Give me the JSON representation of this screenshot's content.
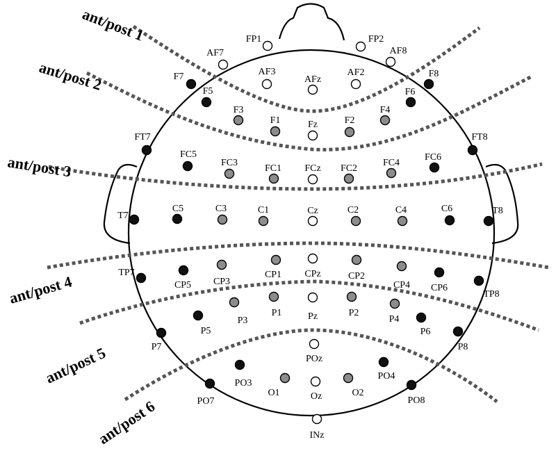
{
  "colors": {
    "black": "#111111",
    "gray": "#8c8c8c",
    "white": "#ffffff",
    "divider": "#555555"
  },
  "regions": [
    {
      "id": "r1",
      "label": "ant/post 1"
    },
    {
      "id": "r2",
      "label": "ant/post 2"
    },
    {
      "id": "r3",
      "label": "ant/post 3"
    },
    {
      "id": "r4",
      "label": "ant/post 4"
    },
    {
      "id": "r5",
      "label": "ant/post 5"
    },
    {
      "id": "r6",
      "label": "ant/post 6"
    }
  ],
  "electrodes": [
    {
      "name": "FP1",
      "fill": "white"
    },
    {
      "name": "FP2",
      "fill": "white"
    },
    {
      "name": "AF7",
      "fill": "white"
    },
    {
      "name": "AF8",
      "fill": "white"
    },
    {
      "name": "AF3",
      "fill": "white"
    },
    {
      "name": "AFz",
      "fill": "white"
    },
    {
      "name": "AF2",
      "fill": "white"
    },
    {
      "name": "F7",
      "fill": "black"
    },
    {
      "name": "F8",
      "fill": "black"
    },
    {
      "name": "F5",
      "fill": "black"
    },
    {
      "name": "F6",
      "fill": "black"
    },
    {
      "name": "F3",
      "fill": "gray"
    },
    {
      "name": "F1",
      "fill": "gray"
    },
    {
      "name": "Fz",
      "fill": "white"
    },
    {
      "name": "F2",
      "fill": "gray"
    },
    {
      "name": "F4",
      "fill": "gray"
    },
    {
      "name": "FT7",
      "fill": "black"
    },
    {
      "name": "FT8",
      "fill": "black"
    },
    {
      "name": "FC5",
      "fill": "black"
    },
    {
      "name": "FC3",
      "fill": "gray"
    },
    {
      "name": "FC1",
      "fill": "gray"
    },
    {
      "name": "FCz",
      "fill": "white"
    },
    {
      "name": "FC2",
      "fill": "gray"
    },
    {
      "name": "FC4",
      "fill": "gray"
    },
    {
      "name": "FC6",
      "fill": "black"
    },
    {
      "name": "T7",
      "fill": "black"
    },
    {
      "name": "C5",
      "fill": "black"
    },
    {
      "name": "C3",
      "fill": "gray"
    },
    {
      "name": "C1",
      "fill": "gray"
    },
    {
      "name": "Cz",
      "fill": "white"
    },
    {
      "name": "C2",
      "fill": "gray"
    },
    {
      "name": "C4",
      "fill": "gray"
    },
    {
      "name": "C6",
      "fill": "black"
    },
    {
      "name": "T8",
      "fill": "black"
    },
    {
      "name": "TP7",
      "fill": "black"
    },
    {
      "name": "CP5",
      "fill": "black"
    },
    {
      "name": "CP3",
      "fill": "gray"
    },
    {
      "name": "CP1",
      "fill": "gray"
    },
    {
      "name": "CPz",
      "fill": "white"
    },
    {
      "name": "CP2",
      "fill": "gray"
    },
    {
      "name": "CP4",
      "fill": "gray"
    },
    {
      "name": "CP6",
      "fill": "black"
    },
    {
      "name": "TP8",
      "fill": "black"
    },
    {
      "name": "P5",
      "fill": "black"
    },
    {
      "name": "P3",
      "fill": "gray"
    },
    {
      "name": "P1",
      "fill": "gray"
    },
    {
      "name": "Pz",
      "fill": "white"
    },
    {
      "name": "P2",
      "fill": "gray"
    },
    {
      "name": "P4",
      "fill": "gray"
    },
    {
      "name": "P6",
      "fill": "black"
    },
    {
      "name": "P7",
      "fill": "black"
    },
    {
      "name": "P8",
      "fill": "black"
    },
    {
      "name": "POz",
      "fill": "white"
    },
    {
      "name": "PO3",
      "fill": "black"
    },
    {
      "name": "PO4",
      "fill": "black"
    },
    {
      "name": "O1",
      "fill": "gray"
    },
    {
      "name": "Oz",
      "fill": "white"
    },
    {
      "name": "O2",
      "fill": "gray"
    },
    {
      "name": "PO7",
      "fill": "black"
    },
    {
      "name": "PO8",
      "fill": "black"
    },
    {
      "name": "INz",
      "fill": "white"
    }
  ]
}
